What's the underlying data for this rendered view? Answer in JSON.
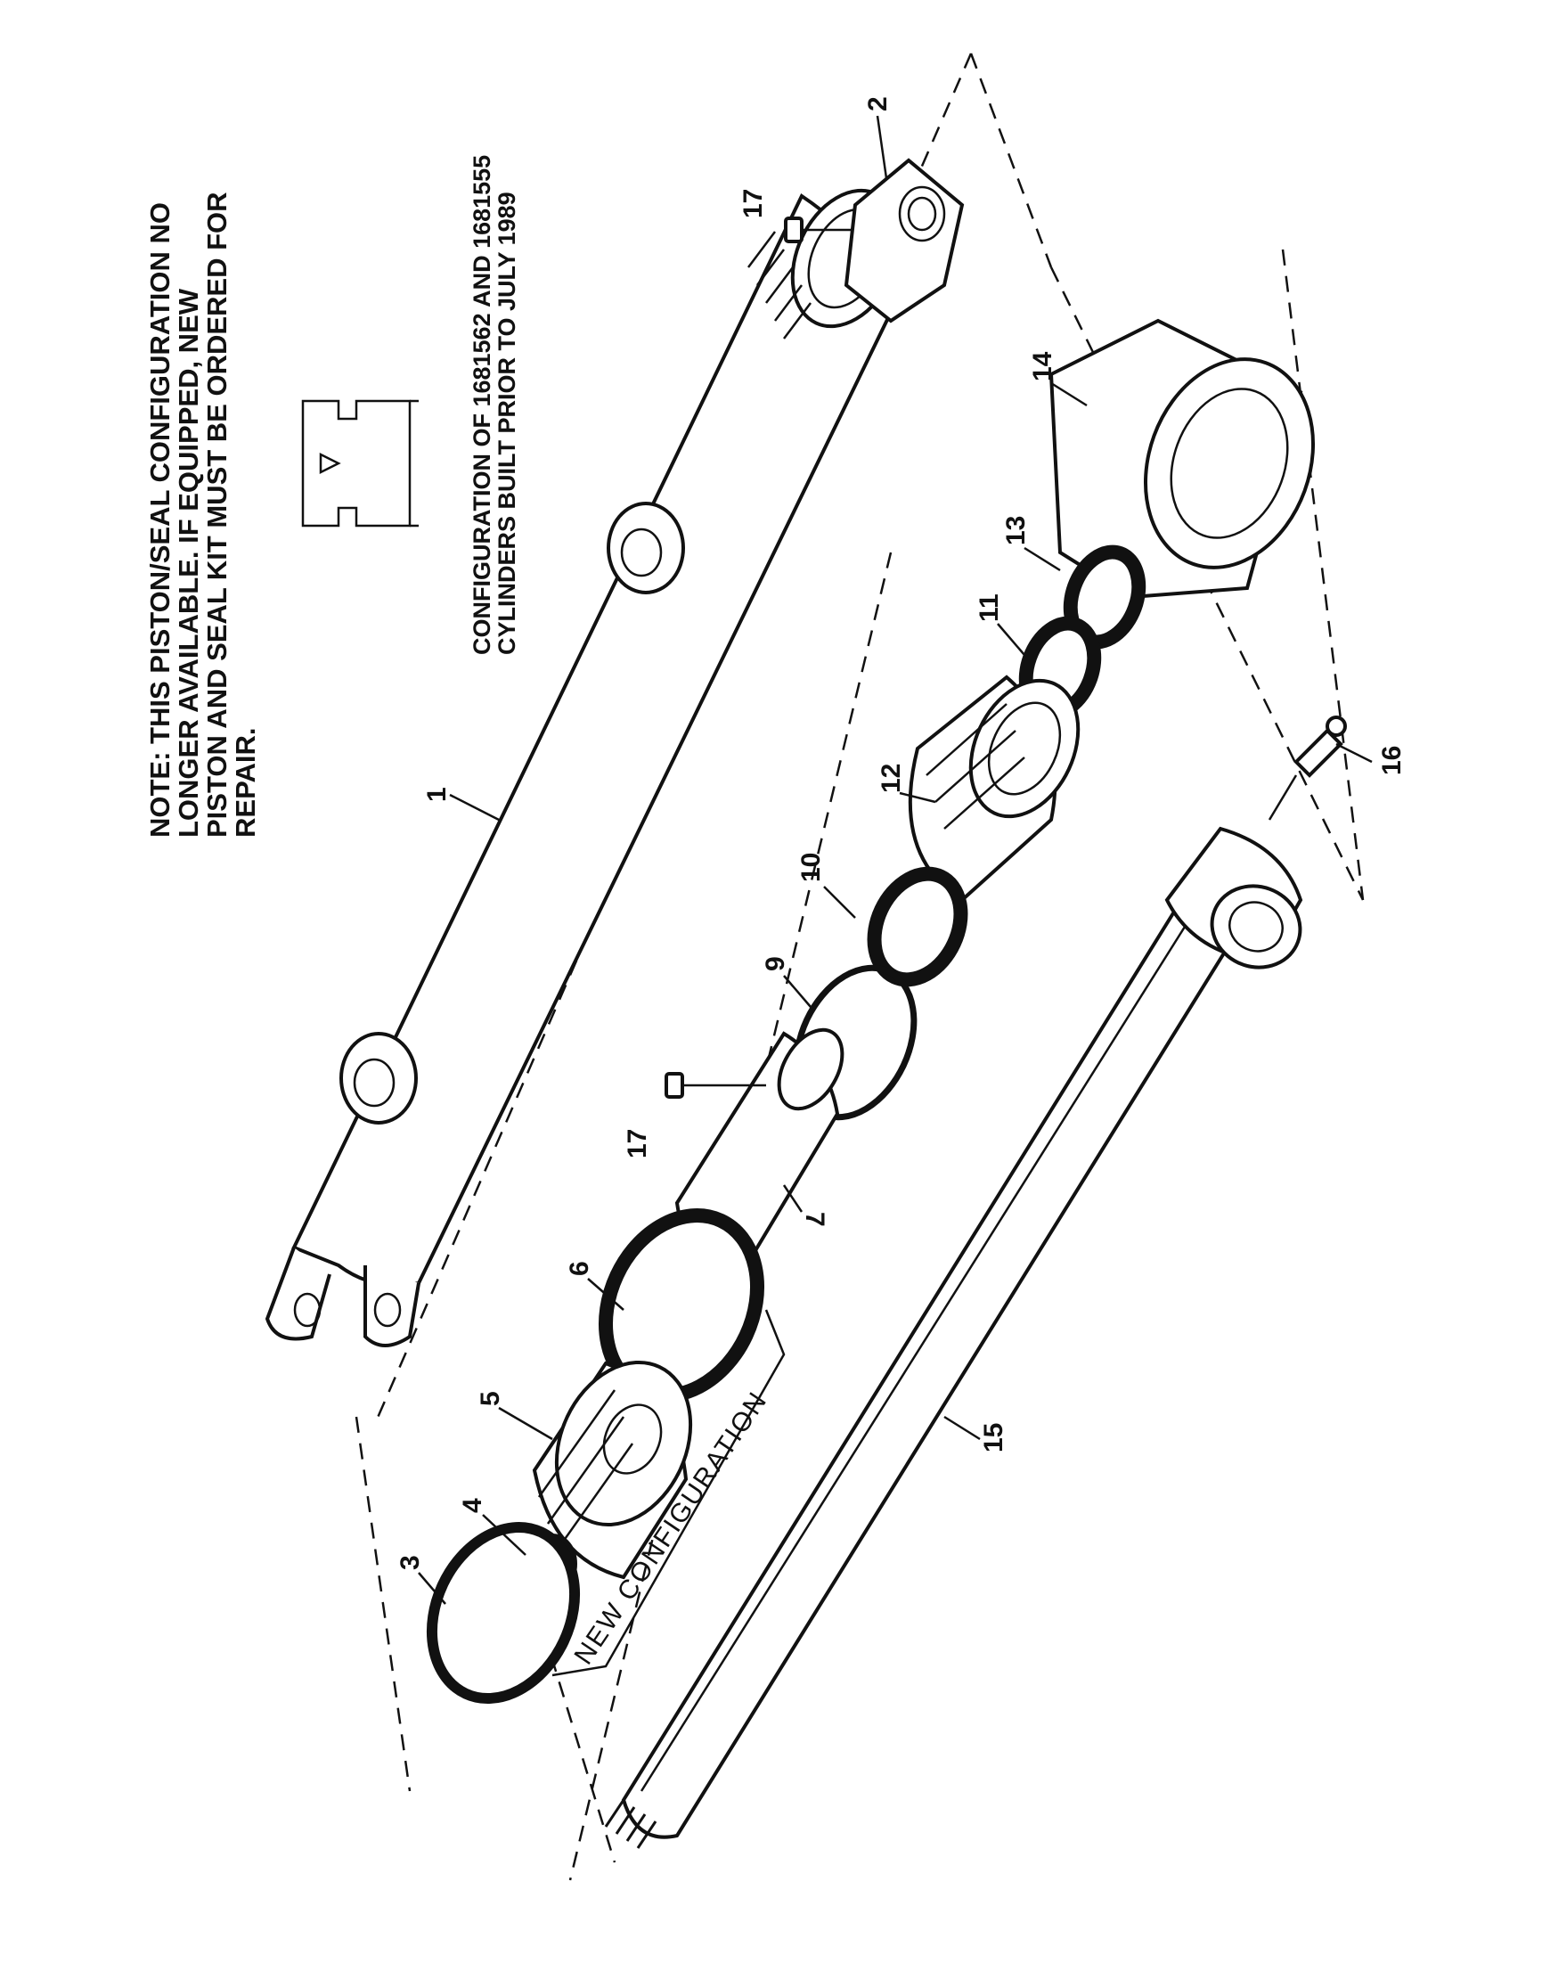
{
  "note": {
    "lines": [
      "NOTE: THIS PISTON/SEAL CONFIGURATION NO",
      "LONGER    AVAILABLE.    IF    EQUIPPED,    NEW",
      "PISTON AND SEAL KIT MUST BE ORDERED FOR",
      "REPAIR."
    ]
  },
  "configuration": {
    "lines": [
      "CONFIGURATION OF 1681562 AND 1681555",
      "CYLINDERS BUILT PRIOR TO JULY 1989"
    ]
  },
  "new_configuration_label": "NEW CONFIGURATION",
  "callouts": [
    "1",
    "2",
    "3",
    "4",
    "5",
    "6",
    "7",
    "9",
    "10",
    "11",
    "12",
    "13",
    "14",
    "15",
    "16",
    "17",
    "17"
  ],
  "parts": [
    {
      "id": "1",
      "name": "cylinder-barrel"
    },
    {
      "id": "2",
      "name": "hex-nut"
    },
    {
      "id": "3",
      "name": "seal-ring"
    },
    {
      "id": "4",
      "name": "o-ring"
    },
    {
      "id": "5",
      "name": "piston-new-configuration"
    },
    {
      "id": "6",
      "name": "piston-seal"
    },
    {
      "id": "7",
      "name": "spacer-tube"
    },
    {
      "id": "9",
      "name": "backup-ring"
    },
    {
      "id": "10",
      "name": "wiper-seal"
    },
    {
      "id": "11",
      "name": "rod-seal"
    },
    {
      "id": "12",
      "name": "rod-guide"
    },
    {
      "id": "13",
      "name": "wiper-ring"
    },
    {
      "id": "14",
      "name": "gland-nut"
    },
    {
      "id": "15",
      "name": "piston-rod"
    },
    {
      "id": "16",
      "name": "grease-fitting"
    },
    {
      "id": "17",
      "name": "set-screw"
    }
  ]
}
